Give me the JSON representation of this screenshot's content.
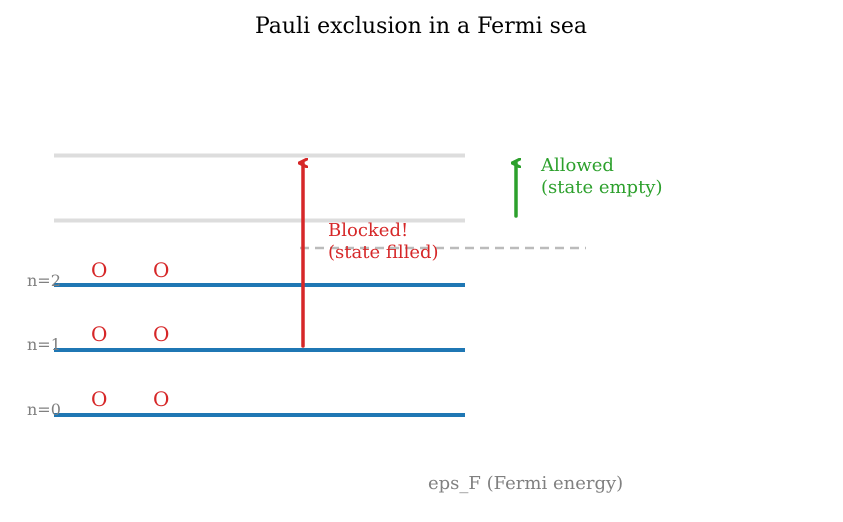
{
  "title": "Pauli exclusion in a Fermi sea",
  "colors": {
    "filled_level": "#1f77b4",
    "empty_level": "#dddddd",
    "fermi_line": "#bbbbbb",
    "blocked": "#d62728",
    "allowed": "#2ca02c",
    "label": "#808080"
  },
  "levels": {
    "filled": [
      {
        "label": "n=0",
        "occupants": [
          "O",
          "O"
        ]
      },
      {
        "label": "n=1",
        "occupants": [
          "O",
          "O"
        ]
      },
      {
        "label": "n=2",
        "occupants": [
          "O",
          "O"
        ]
      }
    ],
    "empty_count": 2
  },
  "blocked_annotation": {
    "line1": "Blocked!",
    "line2": "(state filled)"
  },
  "allowed_annotation": {
    "line1": "Allowed",
    "line2": "(state empty)"
  },
  "fermi_label": "eps_F (Fermi energy)"
}
